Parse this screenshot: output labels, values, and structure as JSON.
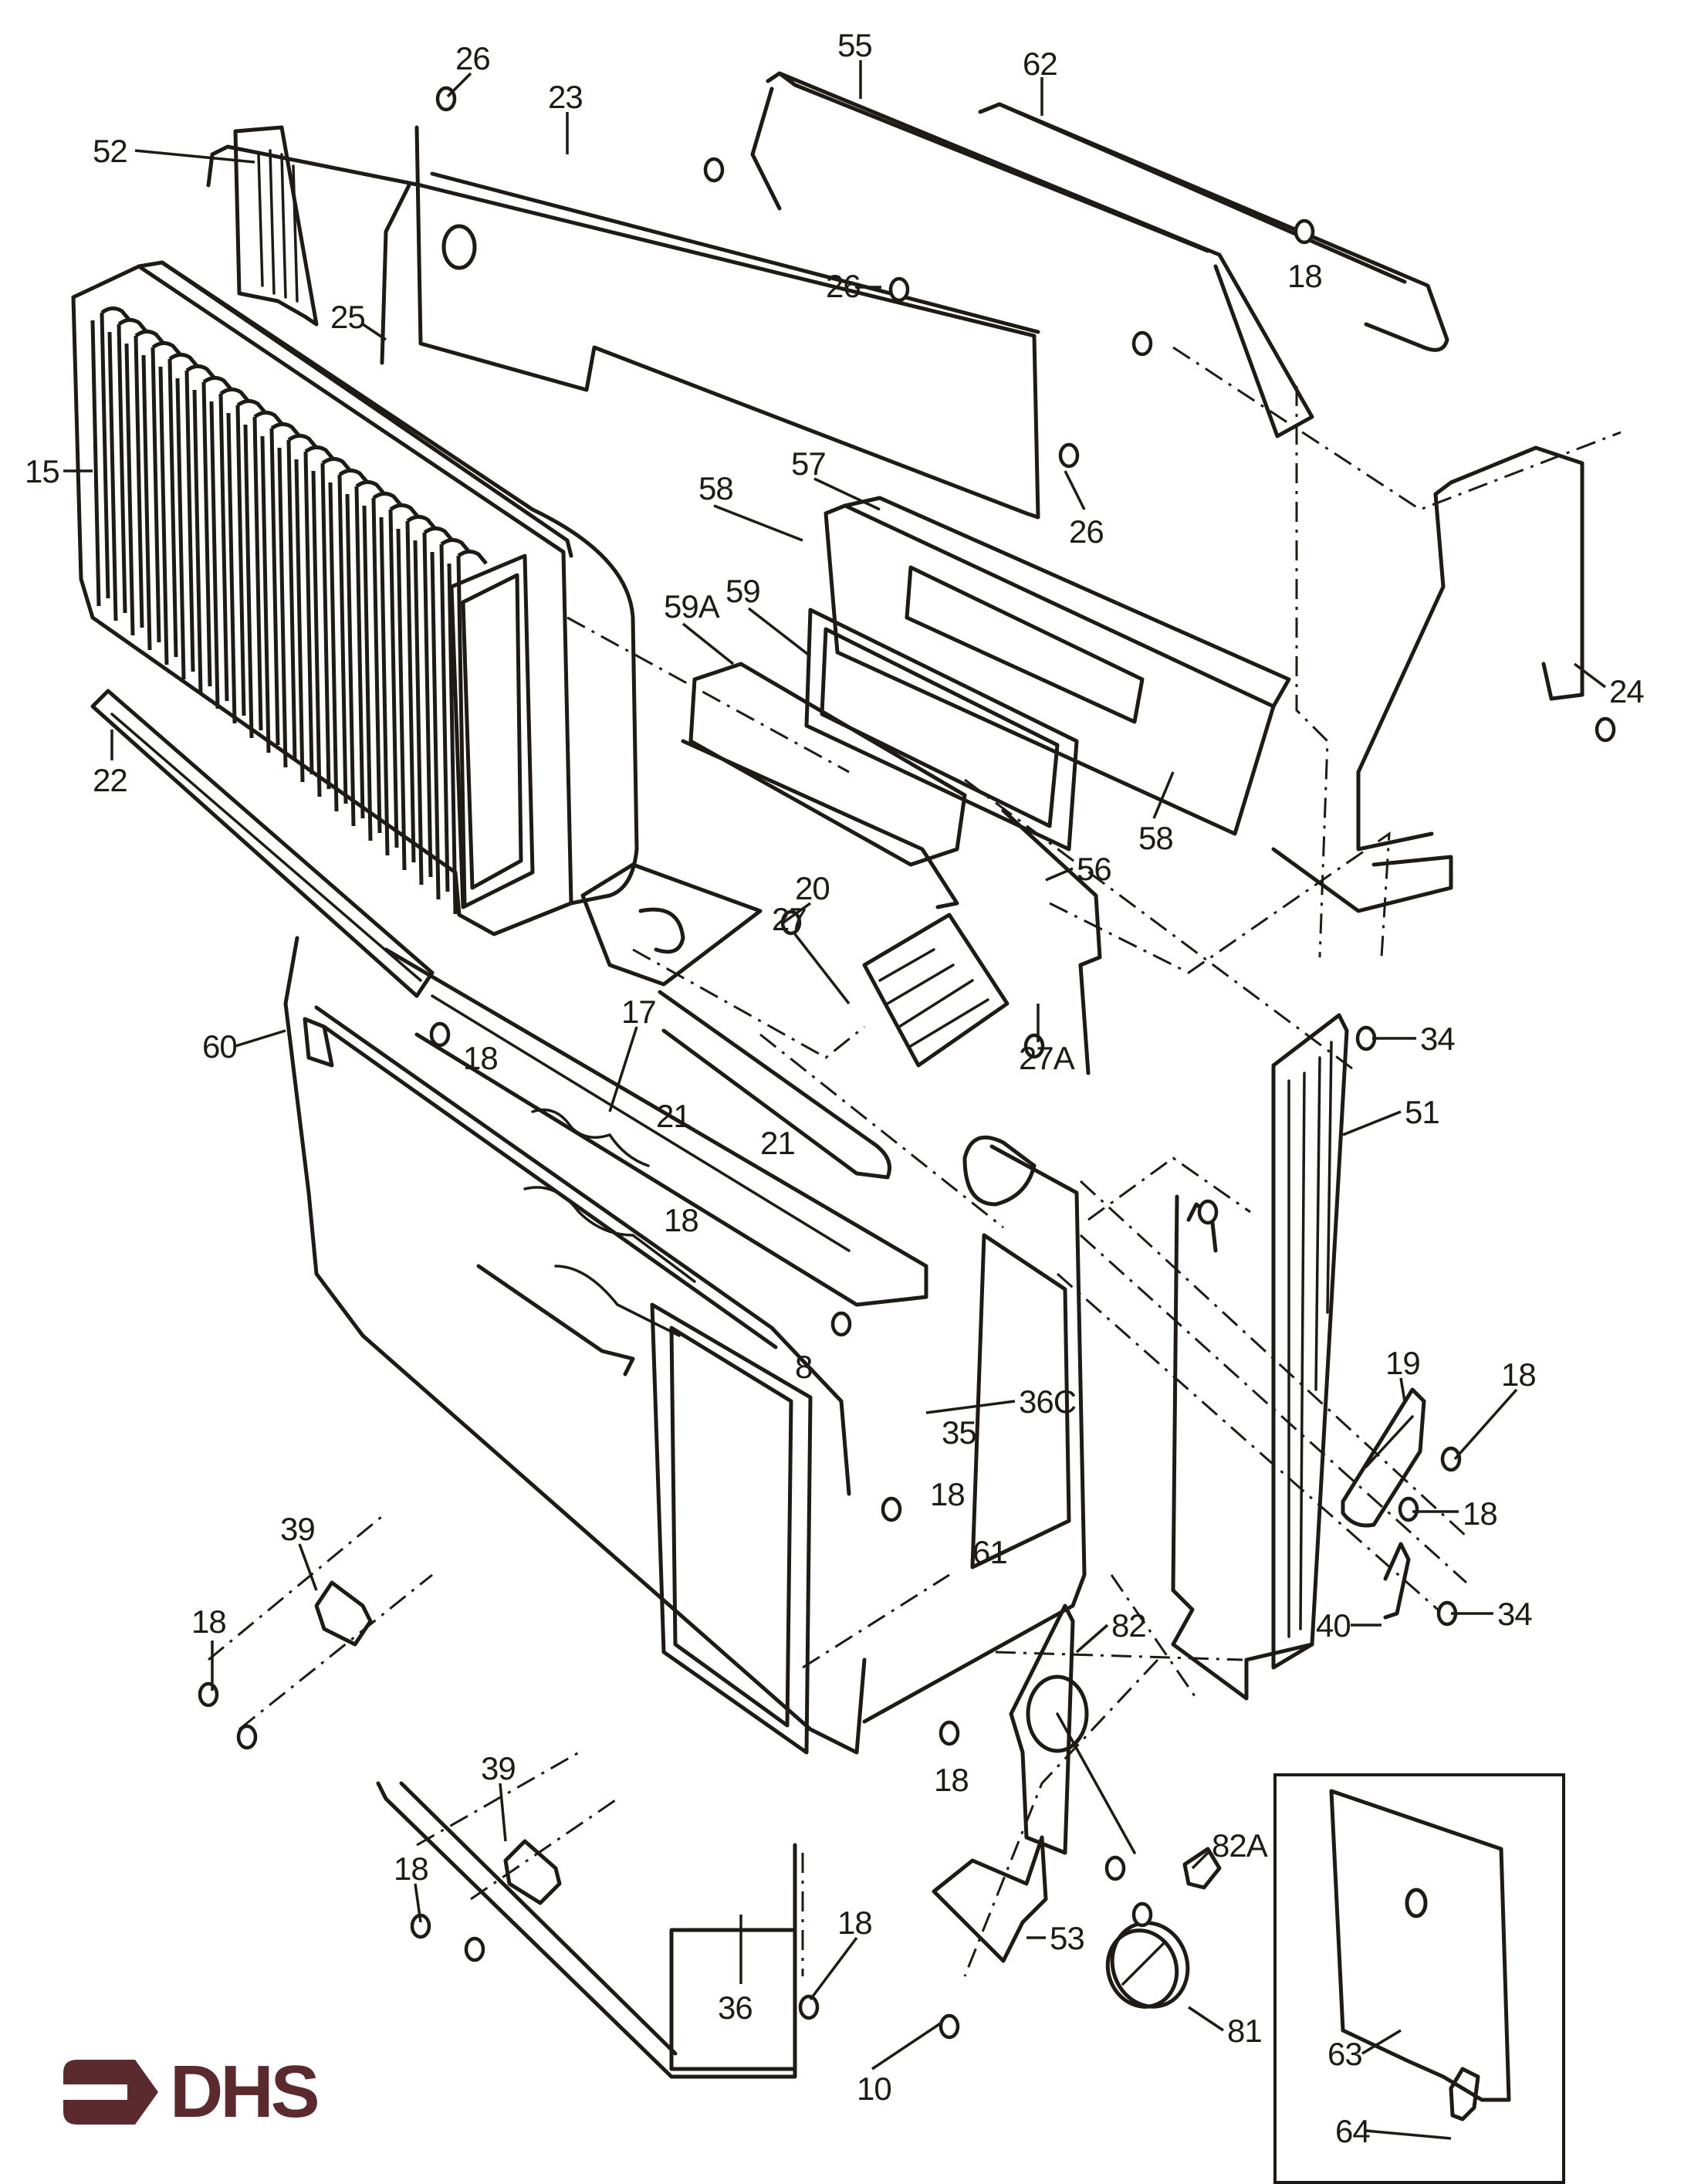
{
  "diagram": {
    "title": "Heater cabinet exploded parts view",
    "line_color": "#1e1a16",
    "background": "#ffffff"
  },
  "callouts": [
    {
      "id": "c26a",
      "label": "26",
      "part": "screw"
    },
    {
      "id": "c23",
      "label": "23",
      "part": "top-panel"
    },
    {
      "id": "c55",
      "label": "55",
      "part": "top-rail"
    },
    {
      "id": "c62",
      "label": "62",
      "part": "rear-top-cover"
    },
    {
      "id": "c52",
      "label": "52",
      "part": "left-side-grille"
    },
    {
      "id": "c25",
      "label": "25",
      "part": "left-end-panel"
    },
    {
      "id": "c26b",
      "label": "26",
      "part": "screw"
    },
    {
      "id": "c18a",
      "label": "18",
      "part": "screw"
    },
    {
      "id": "c15",
      "label": "15",
      "part": "heat-exchanger"
    },
    {
      "id": "c58a",
      "label": "58",
      "part": "bracket"
    },
    {
      "id": "c57",
      "label": "57",
      "part": "burner-box"
    },
    {
      "id": "c26c",
      "label": "26",
      "part": "screw"
    },
    {
      "id": "c59a",
      "label": "59A",
      "part": "gasket-holder"
    },
    {
      "id": "c59",
      "label": "59",
      "part": "gasket"
    },
    {
      "id": "c24",
      "label": "24",
      "part": "right-side-bracket"
    },
    {
      "id": "c22",
      "label": "22",
      "part": "front-rail"
    },
    {
      "id": "c58b",
      "label": "58",
      "part": "bracket"
    },
    {
      "id": "c56",
      "label": "56",
      "part": "back-panel"
    },
    {
      "id": "c20",
      "label": "20",
      "part": "baffle"
    },
    {
      "id": "c27",
      "label": "27",
      "part": "burner-grille"
    },
    {
      "id": "c60",
      "label": "60",
      "part": "front-frame"
    },
    {
      "id": "c18b",
      "label": "18",
      "part": "screw"
    },
    {
      "id": "c17",
      "label": "17",
      "part": "log-set"
    },
    {
      "id": "c27a",
      "label": "27A",
      "part": "screw"
    },
    {
      "id": "c34a",
      "label": "34",
      "part": "screw"
    },
    {
      "id": "c21a",
      "label": "21",
      "part": "clip"
    },
    {
      "id": "c21b",
      "label": "21",
      "part": "clip"
    },
    {
      "id": "c51",
      "label": "51",
      "part": "right-side-grille"
    },
    {
      "id": "c18c",
      "label": "18",
      "part": "screw"
    },
    {
      "id": "c19",
      "label": "19",
      "part": "hinge-bracket"
    },
    {
      "id": "c18d",
      "label": "18",
      "part": "screw"
    },
    {
      "id": "c8",
      "label": "8",
      "part": "screw"
    },
    {
      "id": "c36c",
      "label": "36C",
      "part": "glass-retainer"
    },
    {
      "id": "c35",
      "label": "35",
      "part": "door-glass"
    },
    {
      "id": "c18e",
      "label": "18",
      "part": "screw"
    },
    {
      "id": "c18f",
      "label": "18",
      "part": "screw"
    },
    {
      "id": "c39a",
      "label": "39",
      "part": "latch"
    },
    {
      "id": "c61",
      "label": "61",
      "part": "pilot-bracket"
    },
    {
      "id": "c82",
      "label": "82",
      "part": "control-bracket"
    },
    {
      "id": "c34b",
      "label": "34",
      "part": "screw"
    },
    {
      "id": "c40",
      "label": "40",
      "part": "clip"
    },
    {
      "id": "c18g",
      "label": "18",
      "part": "screw"
    },
    {
      "id": "c18h",
      "label": "18",
      "part": "screw"
    },
    {
      "id": "c39b",
      "label": "39",
      "part": "latch"
    },
    {
      "id": "c18i",
      "label": "18",
      "part": "screw"
    },
    {
      "id": "c82a",
      "label": "82A",
      "part": "switch"
    },
    {
      "id": "c18j",
      "label": "18",
      "part": "screw"
    },
    {
      "id": "c53",
      "label": "53",
      "part": "knob-bracket"
    },
    {
      "id": "c36",
      "label": "36",
      "part": "base-rail"
    },
    {
      "id": "c81",
      "label": "81",
      "part": "control-knob"
    },
    {
      "id": "c10",
      "label": "10",
      "part": "screw"
    },
    {
      "id": "c63",
      "label": "63",
      "part": "access-panel"
    },
    {
      "id": "c64",
      "label": "64",
      "part": "latch-clip"
    }
  ],
  "logo": {
    "text": "DHS",
    "color": "#5a2a2e"
  }
}
